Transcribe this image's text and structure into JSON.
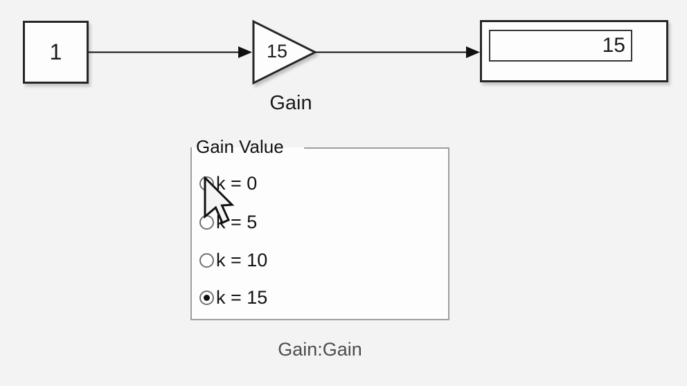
{
  "diagram": {
    "blocks": {
      "constant": {
        "value": "1"
      },
      "gain": {
        "value": "15",
        "label": "Gain"
      },
      "display": {
        "value": "15"
      }
    }
  },
  "panel": {
    "title": "Gain Value",
    "options": [
      {
        "label": "k = 0",
        "selected": false
      },
      {
        "label": "k = 5",
        "selected": false
      },
      {
        "label": "k = 10",
        "selected": false
      },
      {
        "label": "k = 15",
        "selected": true
      }
    ],
    "caption": "Gain:Gain"
  },
  "colors": {
    "canvas_background": "#f2f3f2",
    "block_fill": "#fdfdfd",
    "block_border": "#262626",
    "wire": "#111111",
    "panel_border": "#9e9e9e",
    "text": "#111111",
    "caption_text": "#4c4c4c"
  }
}
